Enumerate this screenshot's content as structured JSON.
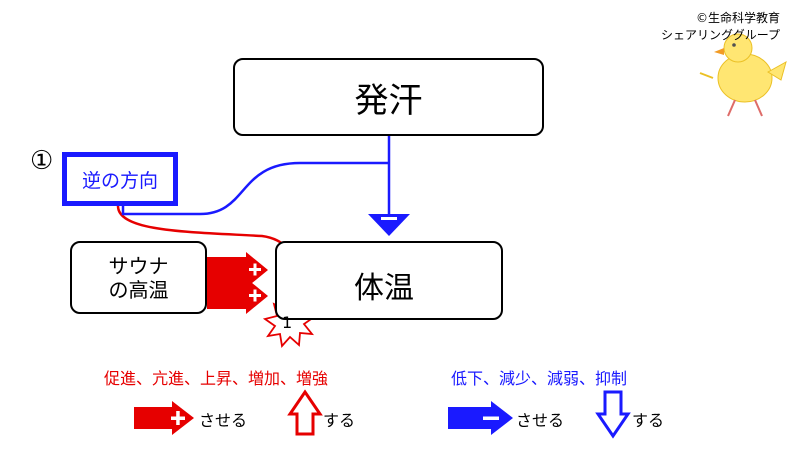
{
  "credit": {
    "line1": "©生命科学教育",
    "line2": "シェアリンググループ"
  },
  "nodes": {
    "sweat": "発汗",
    "reverse": "逆の方向",
    "reverse_number": "①",
    "sauna_line1": "サウナ",
    "sauna_line2": "の高温",
    "body_temp": "体温",
    "burst_number": "1"
  },
  "legend": {
    "increase_terms": "促進、亢進、上昇、増加、増強",
    "decrease_terms": "低下、減少、減弱、抑制",
    "make_do": "させる",
    "do": "する"
  },
  "colors": {
    "red": "#e60000",
    "blue": "#1a1aff",
    "black": "#000000"
  }
}
